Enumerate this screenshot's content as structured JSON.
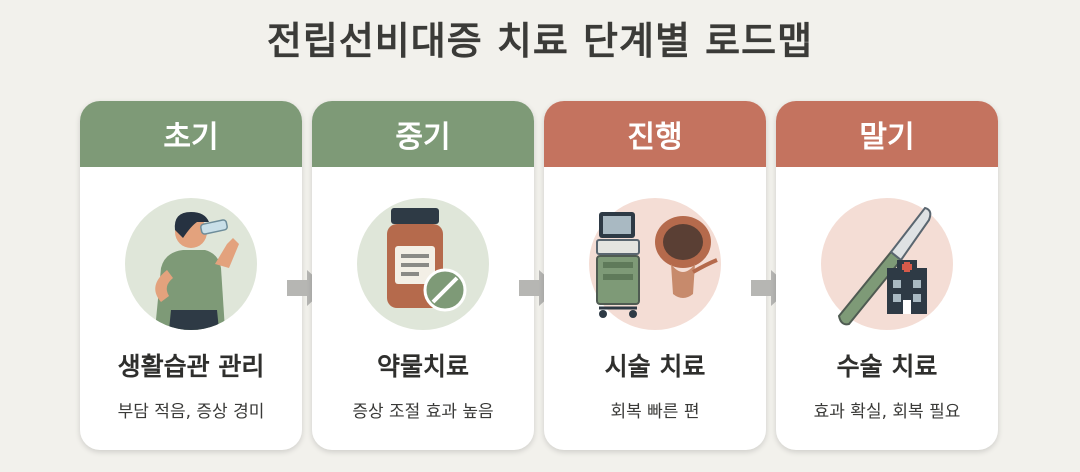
{
  "title": "전립선비대증 치료 단계별 로드맵",
  "colors": {
    "green": "#7e9a77",
    "red": "#c4735f"
  },
  "stages": [
    {
      "name": "초기",
      "treatment": "생활습관 관리",
      "desc": "부담 적음, 증상 경미",
      "icon": "man-drinking-water-icon"
    },
    {
      "name": "중기",
      "treatment": "약물치료",
      "desc": "증상 조절 효과 높음",
      "icon": "pill-bottle-icon"
    },
    {
      "name": "진행",
      "treatment": "시술 치료",
      "desc": "회복 빠른 편",
      "icon": "medical-device-prostate-icon"
    },
    {
      "name": "말기",
      "treatment": "수술 치료",
      "desc": "효과 확실, 회복 필요",
      "icon": "scalpel-hospital-icon"
    }
  ]
}
